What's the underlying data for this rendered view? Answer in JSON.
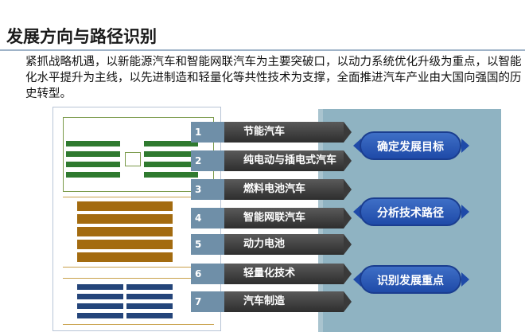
{
  "title": "发展方向与路径识别",
  "intro": "紧抓战略机遇，以新能源汽车和智能网联汽车为主要突破口，以动力系统优化升级为重点，以智能化水平提升为主线，以先进制造和轻量化等共性技术为支撑，全面推进汽车产业由大国向强国的历史转型。",
  "items": [
    {
      "num": "1",
      "label": "节能汽车"
    },
    {
      "num": "2",
      "label": "纯电动与插电式汽车"
    },
    {
      "num": "3",
      "label": "燃料电池汽车"
    },
    {
      "num": "4",
      "label": "智能网联汽车"
    },
    {
      "num": "5",
      "label": "动力电池"
    },
    {
      "num": "6",
      "label": "轻量化技术"
    },
    {
      "num": "7",
      "label": "汽车制造"
    }
  ],
  "goals": [
    {
      "label": "确定发展目标"
    },
    {
      "label": "分析技术路径"
    },
    {
      "label": "识别发展重点"
    }
  ],
  "colors": {
    "number_box": "#6f8fa8",
    "item_bar": "#3f3f3f",
    "panel": "#8fb3c2",
    "pill": "#1f4aa8"
  }
}
